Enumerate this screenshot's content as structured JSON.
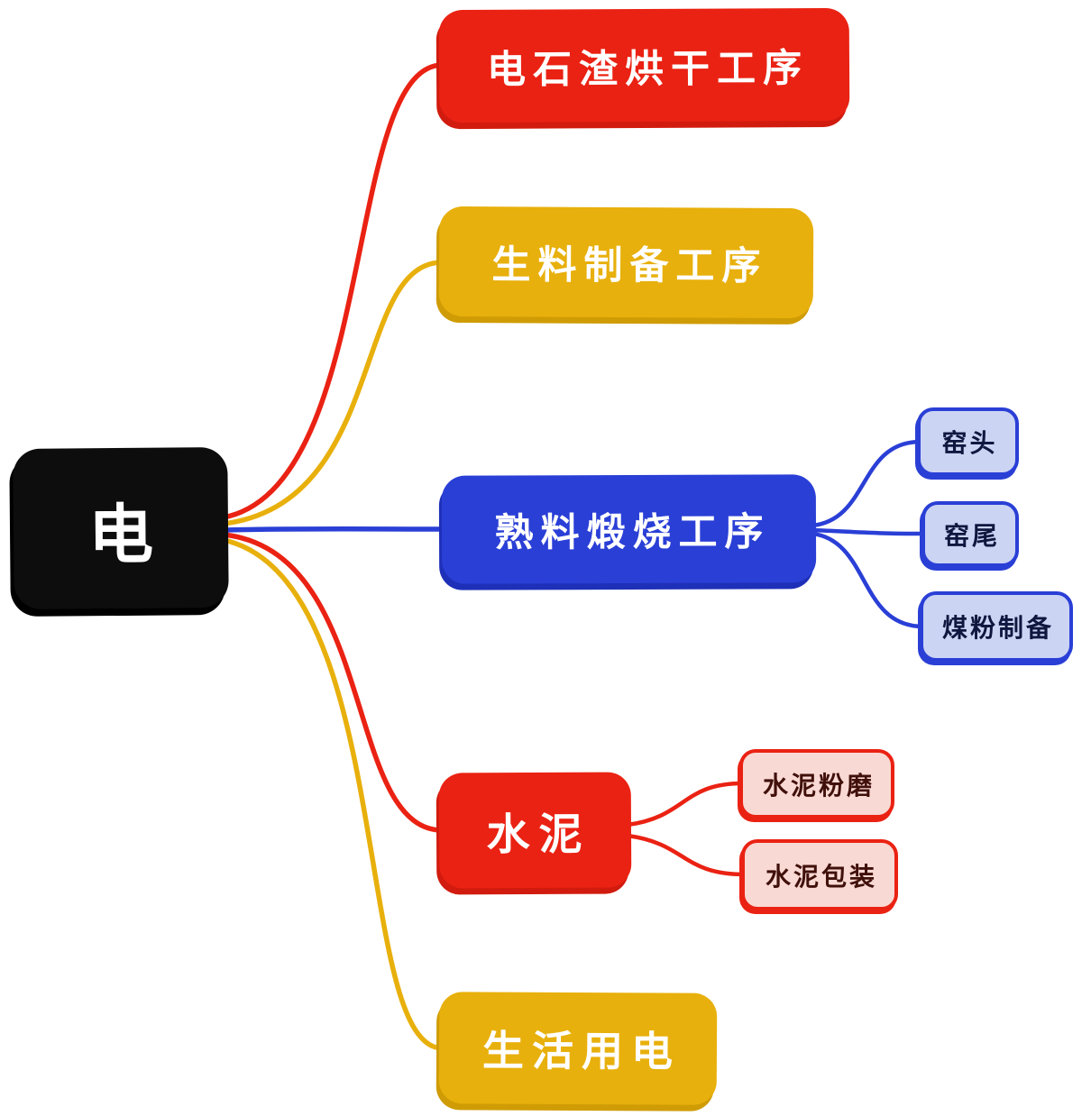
{
  "root": {
    "label": "电"
  },
  "branches": [
    {
      "label": "电石渣烘干工序",
      "color": "#ea2213"
    },
    {
      "label": "生料制备工序",
      "color": "#e8b00c"
    },
    {
      "label": "熟料煅烧工序",
      "color": "#2a3fd6",
      "children": [
        {
          "label": "窑头"
        },
        {
          "label": "窑尾"
        },
        {
          "label": "煤粉制备"
        }
      ]
    },
    {
      "label": "水泥",
      "color": "#ea2213",
      "children": [
        {
          "label": "水泥粉磨"
        },
        {
          "label": "水泥包装"
        }
      ]
    },
    {
      "label": "生活用电",
      "color": "#e8b00c"
    }
  ],
  "colors": {
    "red": "#ea2213",
    "yellow": "#e8b00c",
    "blue": "#2a3fd6",
    "black": "#0d0d0d",
    "light_blue_fill": "#ccd4f4",
    "light_pink_fill": "#f9d9d4",
    "white_text": "#ffffff"
  }
}
